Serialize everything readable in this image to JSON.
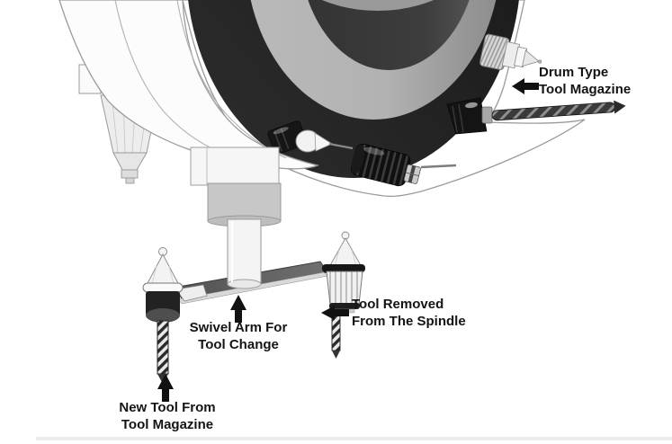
{
  "figure_type": "cnc-automatic-tool-changer-diagram",
  "labels": {
    "drum_magazine": {
      "line1": "Drum Type",
      "line2": "Tool Magazine"
    },
    "swivel_arm": {
      "line1": "Swivel Arm For",
      "line2": "Tool Change"
    },
    "tool_removed": {
      "line1": "Tool Removed",
      "line2": "From The Spindle"
    },
    "new_tool": {
      "line1": "New Tool From",
      "line2": "Tool Magazine"
    }
  },
  "arrows": {
    "drum_magazine": "arrow-left",
    "swivel_arm": "arrow-up",
    "tool_removed": "arrow-left",
    "new_tool": "arrow-up"
  },
  "colors": {
    "background": "#ffffff",
    "ring": "#1c1c1c",
    "drum_face": "#b5b5b5",
    "hub": "#3c3c3c",
    "hub_center": "#9a9a9a",
    "machine_body": "#fcfcfc",
    "swivel_arm": "#5f5f5f",
    "label_text": "#141414",
    "arrow": "#111111"
  }
}
